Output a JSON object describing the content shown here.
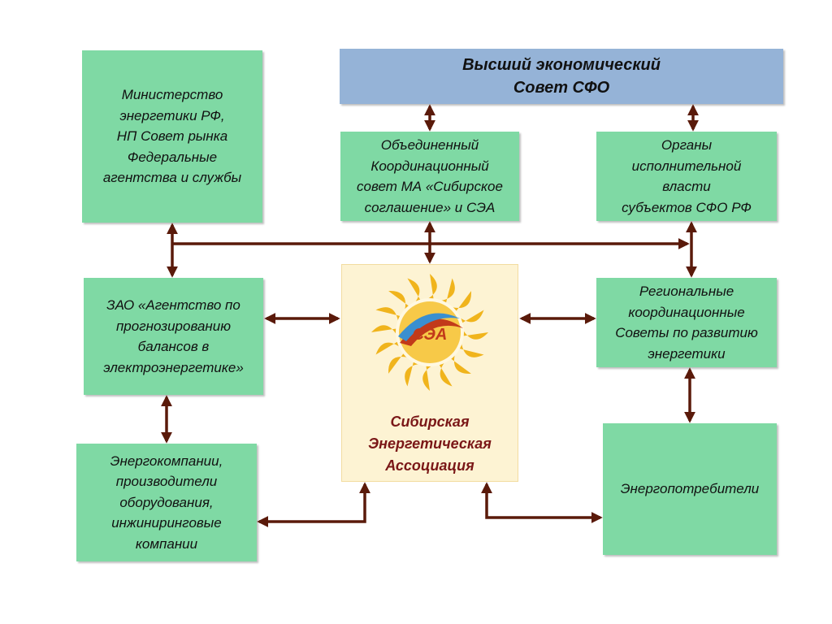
{
  "top_box": {
    "text": "Высший экономический\nСовет СФО"
  },
  "ministry": {
    "text": "Министерство\nэнергетики РФ,\nНП Совет рынка\nФедеральные\nагентства и службы"
  },
  "coord_council": {
    "text": "Объединенный\nКоординационный\nсовет МА «Сибирское\nсоглашение» и СЭА"
  },
  "exec_bodies": {
    "text": "Органы\nисполнительной\nвласти\nсубъектов СФО РФ"
  },
  "agency": {
    "text": "ЗАО «Агентство по\nпрогнозированию\nбалансов в\nэлектроэнергетике»"
  },
  "regional": {
    "text": "Региональные\nкоординационные\nСоветы по развитию\nэнергетики"
  },
  "companies": {
    "text": "Энергокомпании,\nпроизводители\nоборудования,\nинжиниринговые\nкомпании"
  },
  "consumers": {
    "text": "Энергопотребители"
  },
  "center": {
    "logo_text": "СЭА",
    "name": "Сибирская\nЭнергетическая\nАссоциация"
  },
  "colors": {
    "box_fill": "#7fd9a4",
    "top_fill": "#95b3d7",
    "center_fill": "#fdf3d3",
    "arrow": "#5a1a0a",
    "center_text": "#7a1717"
  }
}
